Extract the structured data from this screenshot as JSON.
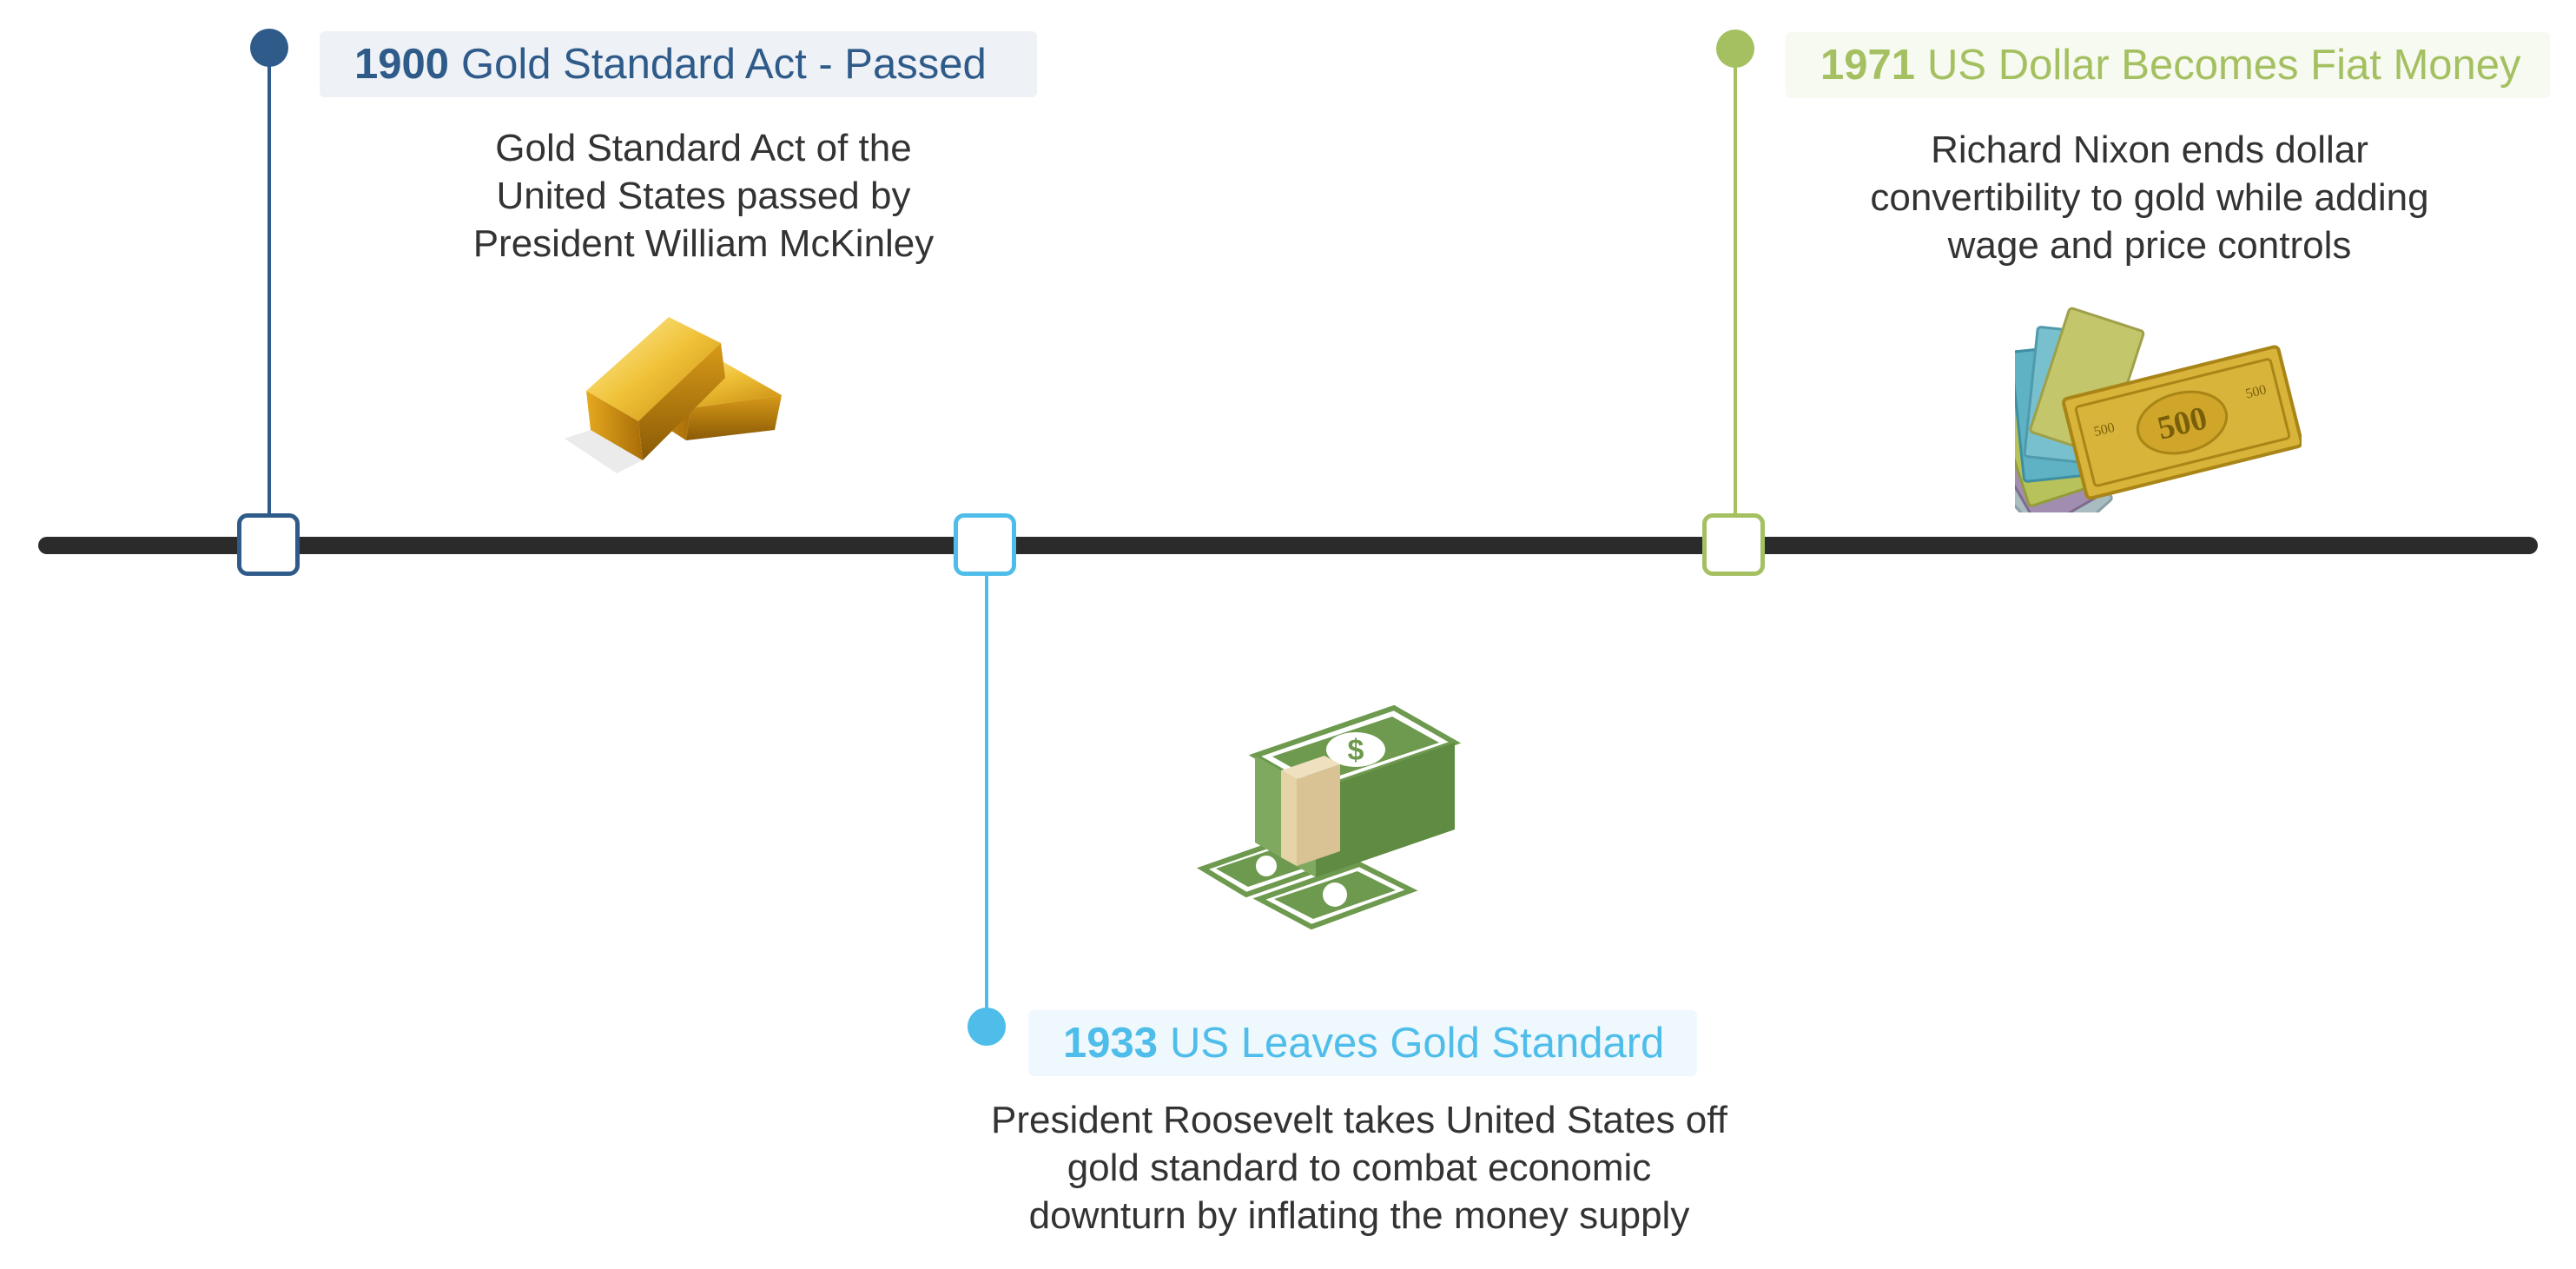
{
  "colors": {
    "axis": "#2b2b2b",
    "event_1900": "#2f5b8a",
    "event_1933": "#4fbdea",
    "event_1971": "#a4c060",
    "text": "#333333"
  },
  "events": [
    {
      "year": "1900",
      "title": "Gold Standard Act - Passed",
      "description": "Gold Standard Act of the United States passed by President William McKinley",
      "icon": "gold-bars-icon"
    },
    {
      "year": "1933",
      "title": "US Leaves Gold Standard",
      "description": "President Roosevelt takes United States off gold standard to combat economic downturn by inflating the money supply",
      "icon": "cash-stack-icon"
    },
    {
      "year": "1971",
      "title": "US Dollar Becomes Fiat Money",
      "description": "Richard Nixon ends dollar convertibility to gold while adding wage and price controls",
      "icon": "banknotes-fan-icon",
      "banknote_value": "500"
    }
  ]
}
